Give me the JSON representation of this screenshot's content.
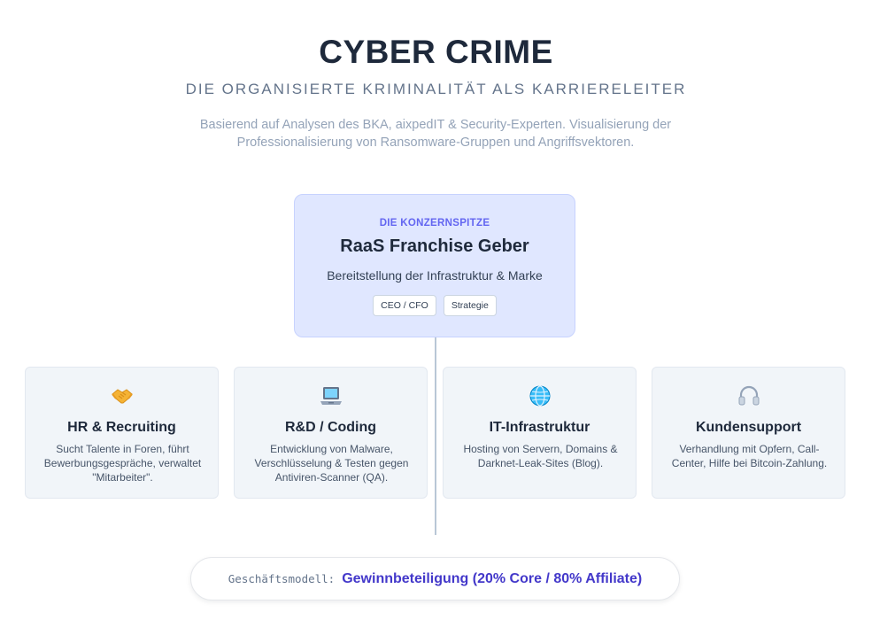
{
  "header": {
    "title": "CYBER CRIME",
    "subtitle": "DIE ORGANISIERTE KRIMINALITÄT ALS KARRIERELEITER",
    "description": "Basierend auf Analysen des BKA, aixpedIT & Security-Experten. Visualisierung der Professionalisierung von Ransomware-Gruppen und Angriffsvektoren."
  },
  "top_node": {
    "kicker": "DIE KONZERNSPITZE",
    "title": "RaaS Franchise Geber",
    "description": "Bereitstellung der Infrastruktur & Marke",
    "tags": [
      "CEO / CFO",
      "Strategie"
    ]
  },
  "departments": [
    {
      "icon": "handshake-icon",
      "title": "HR & Recruiting",
      "text": "Sucht Talente in Foren, führt Bewerbungsgespräche, verwaltet \"Mitarbeiter\"."
    },
    {
      "icon": "laptop-icon",
      "title": "R&D / Coding",
      "text": "Entwicklung von Malware, Verschlüsselung & Testen gegen Antiviren-Scanner (QA)."
    },
    {
      "icon": "globe-icon",
      "title": "IT-Infrastruktur",
      "text": "Hosting von Servern, Domains & Darknet-Leak-Sites (Blog)."
    },
    {
      "icon": "headphones-icon",
      "title": "Kundensupport",
      "text": "Verhandlung mit Opfern, Call-Center, Hilfe bei Bitcoin-Zahlung."
    }
  ],
  "footer": {
    "label": "Geschäftsmodell:",
    "value": "Gewinnbeteiligung (20% Core / 80% Affiliate)"
  },
  "colors": {
    "accent": "#4338ca",
    "top_card_bg": "#e0e7ff",
    "kicker": "#6366f1",
    "card_bg": "#f1f5f9",
    "connector": "#b9c7d6"
  }
}
